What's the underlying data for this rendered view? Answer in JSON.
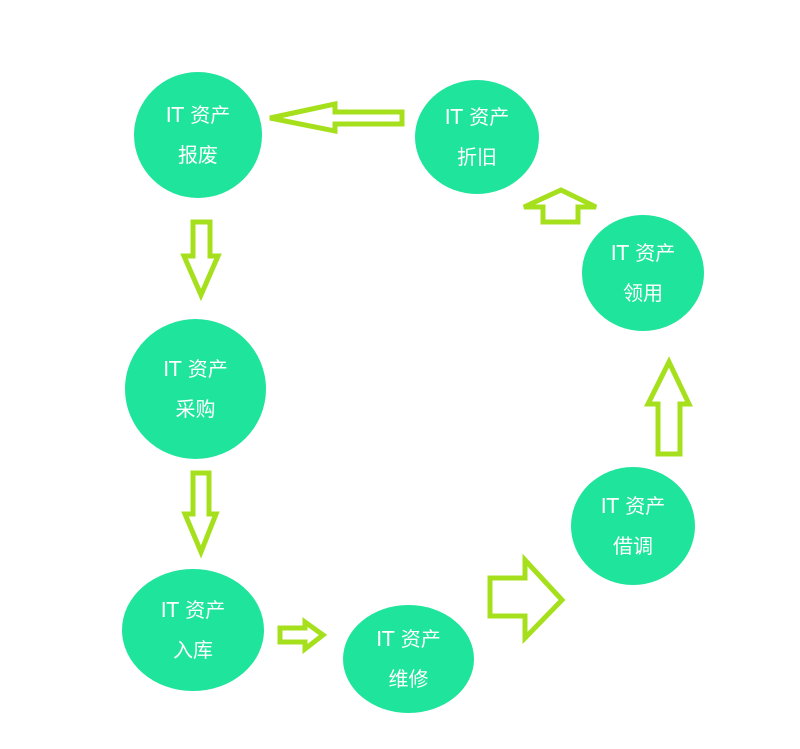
{
  "diagram": {
    "type": "cycle-flow",
    "colors": {
      "node_fill": "#1fe49c",
      "node_text": "#ffffff",
      "arrow_stroke": "#a6e01c",
      "background": "#ffffff"
    },
    "nodes": [
      {
        "id": "scrap",
        "line1": "IT 资产",
        "line2": "报废"
      },
      {
        "id": "depreciation",
        "line1": "IT 资产",
        "line2": "折旧"
      },
      {
        "id": "requisition",
        "line1": "IT 资产",
        "line2": "领用"
      },
      {
        "id": "lending",
        "line1": "IT 资产",
        "line2": "借调"
      },
      {
        "id": "maintenance",
        "line1": "IT 资产",
        "line2": "维修"
      },
      {
        "id": "storage",
        "line1": "IT 资产",
        "line2": "入库"
      },
      {
        "id": "purchase",
        "line1": "IT 资产",
        "line2": "采购"
      }
    ],
    "edges": [
      {
        "from": "depreciation",
        "to": "scrap",
        "direction": "left"
      },
      {
        "from": "scrap",
        "to": "purchase",
        "direction": "down"
      },
      {
        "from": "purchase",
        "to": "storage",
        "direction": "down"
      },
      {
        "from": "storage",
        "to": "maintenance",
        "direction": "right"
      },
      {
        "from": "maintenance",
        "to": "lending",
        "direction": "right"
      },
      {
        "from": "lending",
        "to": "requisition",
        "direction": "up"
      },
      {
        "from": "requisition",
        "to": "depreciation",
        "direction": "up"
      }
    ]
  }
}
